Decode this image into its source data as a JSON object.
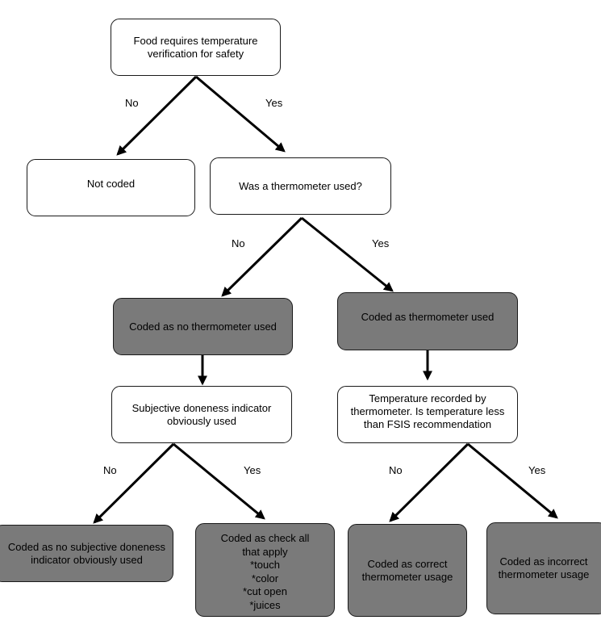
{
  "nodes": {
    "root": "Food requires temperature verification for safety",
    "not_coded": "Not coded",
    "thermometer_q": "Was a thermometer used?",
    "no_thermometer": "Coded as no thermometer used",
    "thermometer_used": "Coded as thermometer used",
    "subjective_q": "Subjective doneness indicator obviously used",
    "temp_q": "Temperature recorded by thermometer. Is temperature less than FSIS recommendation",
    "no_subjective": "Coded as no subjective doneness indicator obviously used",
    "check_all": "Coded as check all that apply\n*touch\n*color\n*cut open\n*juices",
    "correct_usage": "Coded as correct thermometer usage",
    "incorrect_usage": "Coded as incorrect thermometer usage"
  },
  "edge_labels": {
    "root_no": "No",
    "root_yes": "Yes",
    "thermo_no": "No",
    "thermo_yes": "Yes",
    "subj_no": "No",
    "subj_yes": "Yes",
    "temp_no": "No",
    "temp_yes": "Yes"
  },
  "colors": {
    "dark_fill": "#7a7a7a",
    "line": "#000000"
  }
}
